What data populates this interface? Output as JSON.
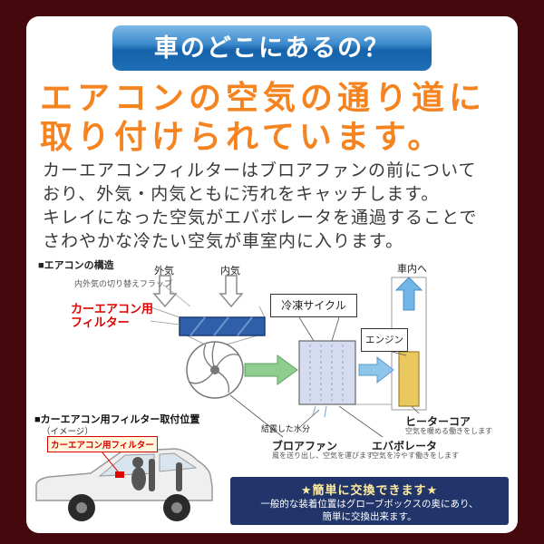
{
  "header": {
    "title": "車のどこにあるの？"
  },
  "headline": {
    "line1": "エアコンの空気の通り道に",
    "line2": "取り付けられています。"
  },
  "intro": {
    "line1": "カーエアコンフィルターはブロアファンの前について",
    "line2": "おり、外気・内気ともに汚れをキャッチします。",
    "line3": "キレイになった空気がエバボレータを通過することで",
    "line4": "さわやかな冷たい空気が車室内に入ります。"
  },
  "diagram": {
    "title": "■エアコンの構造",
    "outside_air": "外気",
    "inside_air": "内気",
    "flap_note": "内外気の切り替えフラップ",
    "filter_label_line1": "カーエアコン用",
    "filter_label_line2": "フィルター",
    "refrigeration_cycle": "冷凍サイクル",
    "engine": "エンジン",
    "to_cabin": "車内へ",
    "condensation": "結露した水分",
    "blower_fan": "ブロアファン",
    "blower_fan_note": "風を送り出し、空気を運びます",
    "evaporator": "エバボレータ",
    "evaporator_note": "空気を冷やす働きをします",
    "heater_core": "ヒーターコア",
    "heater_core_note": "空気を暖める働きをします"
  },
  "mount": {
    "title": "■カーエアコン用フィルター取付位置",
    "subtitle": "（イメージ）",
    "tag": "カーエアコン用フィルター"
  },
  "info_box": {
    "title": "★簡単に交換できます★",
    "line1": "一般的な装着位置はグローブボックスの奥にあり、",
    "line2": "簡単に交換出来ます。"
  },
  "colors": {
    "frame": "#45080d",
    "accent_orange": "#f5831f",
    "header_blue": "#1e6fb6",
    "filter_blue": "#2e5fa8",
    "info_navy": "#21356b",
    "label_red": "#dd0000"
  }
}
